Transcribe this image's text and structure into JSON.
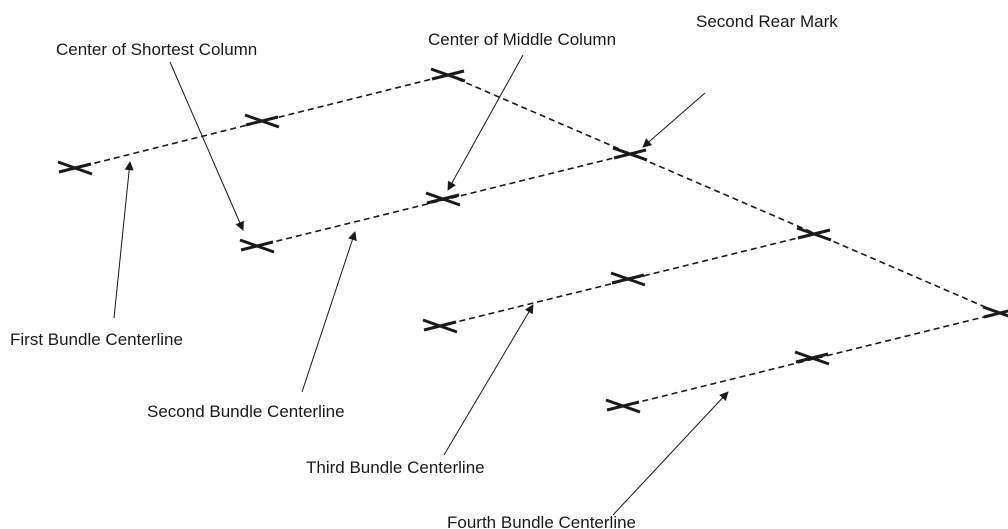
{
  "diagram": {
    "labels": {
      "center_shortest_column": "Center of Shortest Column",
      "center_middle_column": "Center of Middle Column",
      "second_rear_mark": "Second Rear Mark",
      "first_bundle_centerline": "First Bundle Centerline",
      "second_bundle_centerline": "Second Bundle Centerline",
      "third_bundle_centerline": "Third Bundle Centerline",
      "fourth_bundle_centerline": "Fourth Bundle Centerline"
    },
    "bundle_count": 4,
    "marks_per_bundle": 3,
    "line_style": "dashed",
    "mark_symbol": "X",
    "color": "#1a1a1a"
  }
}
